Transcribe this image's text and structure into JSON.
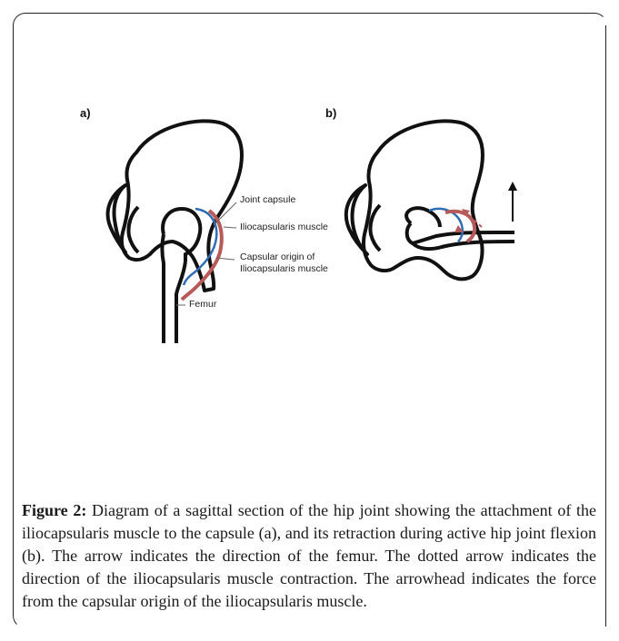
{
  "figure": {
    "panels": [
      {
        "label": "a)"
      },
      {
        "label": "b)"
      }
    ],
    "annotations": {
      "joint_capsule": "Joint capsule",
      "iliocapsularis_muscle": "Iliocapsularis muscle",
      "capsular_origin_line1": "Capsular origin of",
      "capsular_origin_line2": "Iliocapsularis muscle",
      "femur": "Femur"
    },
    "colors": {
      "outline": "#111111",
      "capsule": "#2f6db5",
      "muscle": "#b85a5a"
    }
  },
  "caption": {
    "label": "Figure 2:",
    "text": " Diagram of a sagittal section of the hip joint showing the attachment of the iliocapsularis muscle to the capsule (a), and its retraction during active hip joint flexion (b). The arrow indicates the direction of the femur. The dotted arrow indicates the direction of the iliocapsularis muscle contraction. The arrowhead indicates the force from the capsular origin of the iliocapsularis muscle."
  }
}
